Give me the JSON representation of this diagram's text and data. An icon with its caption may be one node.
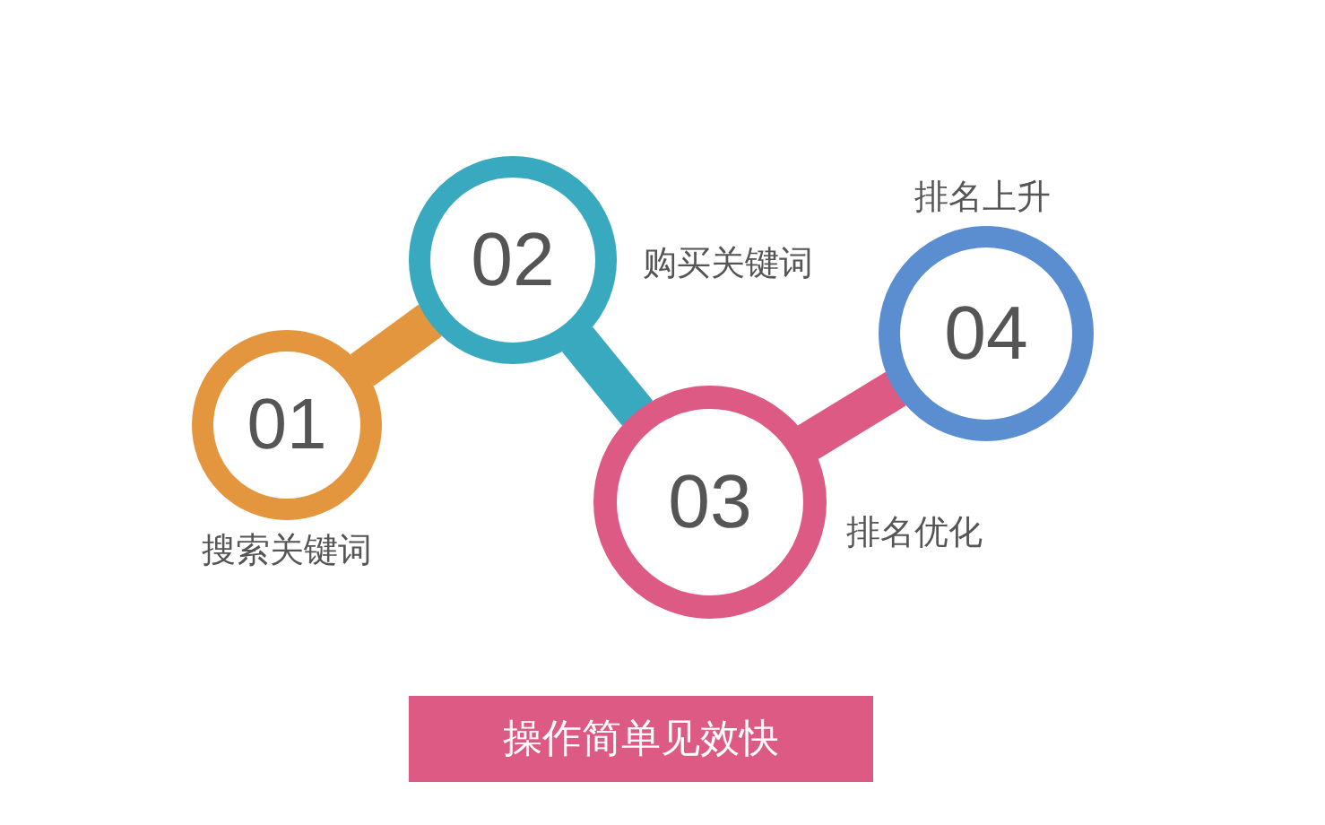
{
  "diagram": {
    "nodes": [
      {
        "text": [
          "01"
        ],
        "beside": [
          "搜索关键词"
        ]
      },
      {
        "text": [
          "02"
        ],
        "beside": [
          "购买关键词"
        ]
      },
      {
        "text": [
          "03"
        ],
        "beside": [
          "排名优化"
        ]
      },
      {
        "text": [
          "04"
        ],
        "beside": [
          "排名上升"
        ]
      },
      {
        "text": [
          "操作简单见效快"
        ]
      }
    ],
    "edges": [
      {
        "from": 0,
        "to": 1,
        "arrow": "none",
        "color": "#e3963e"
      },
      {
        "from": 1,
        "to": 2,
        "arrow": "none",
        "color": "#38a9bf"
      },
      {
        "from": 2,
        "to": 3,
        "arrow": "none",
        "color": "#dc5a84"
      }
    ]
  }
}
